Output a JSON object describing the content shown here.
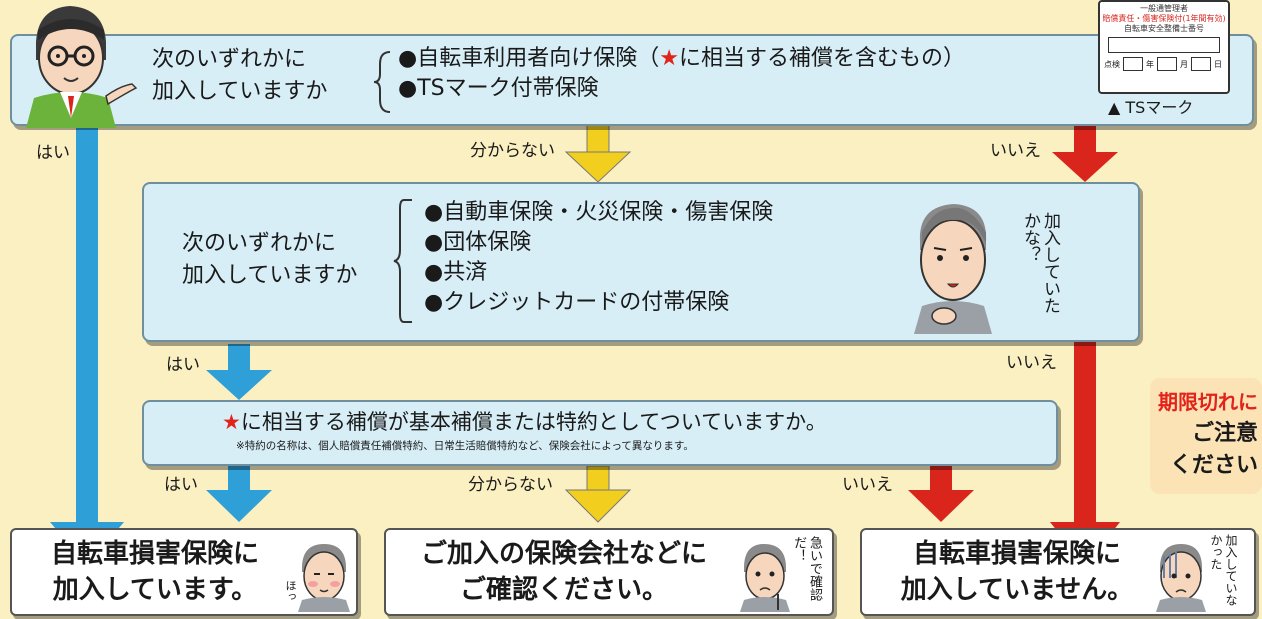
{
  "top_question": {
    "prompt_line1": "次のいずれかに",
    "prompt_line2": "加入していますか",
    "option1_prefix": "●自転車利用者向け保険（",
    "option1_star": "★",
    "option1_suffix": "に相当する補償を含むもの）",
    "option2": "●TSマーク付帯保険"
  },
  "ts_mark": {
    "card_line1": "一般通管理者",
    "card_line2": "賠償責任・傷害保険付(1年間有効)",
    "card_line3": "自転車安全整備士番号",
    "card_line4_a": "点検",
    "card_line4_b": "年",
    "card_line4_c": "月",
    "card_line4_d": "日",
    "caption": "▲ TSマーク"
  },
  "labels": {
    "yes": "はい",
    "unknown": "分からない",
    "no": "いいえ"
  },
  "middle_question": {
    "prompt_line1": "次のいずれかに",
    "prompt_line2": "加入していますか",
    "options": [
      "●自動車保険・火災保険・傷害保険",
      "●団体保険",
      "●共済",
      "●クレジットカードの付帯保険"
    ],
    "thought_lines": [
      "加入",
      "して",
      "いた",
      "かな？"
    ]
  },
  "third_question": {
    "star": "★",
    "text": "に相当する補償が基本補償または特約としてついていますか。",
    "note": "※特約の名称は、個人賠償責任補償特約、日常生活賠償特約など、保険会社によって異なります。"
  },
  "results": {
    "r1_line1": "自転車損害保険に",
    "r1_line2": "加入しています。",
    "r1_aside": "ほっ",
    "r2_line1": "ご加入の保険会社などに",
    "r2_line2": "ご確認ください。",
    "r2_aside": [
      "急いで",
      "確認だ！"
    ],
    "r3_line1": "自転車損害保険に",
    "r3_line2": "加入していません。",
    "r3_aside": [
      "加入して",
      "いなかった"
    ]
  },
  "warning": {
    "line1": "期限切れに",
    "line2": "ご注意",
    "line3": "ください"
  },
  "colors": {
    "blue_arrow": "#2f9fd8",
    "yellow_arrow": "#f2cf1f",
    "red_arrow": "#d9251c",
    "box_fill": "#d7eef7",
    "background": "#fbf0c2"
  }
}
